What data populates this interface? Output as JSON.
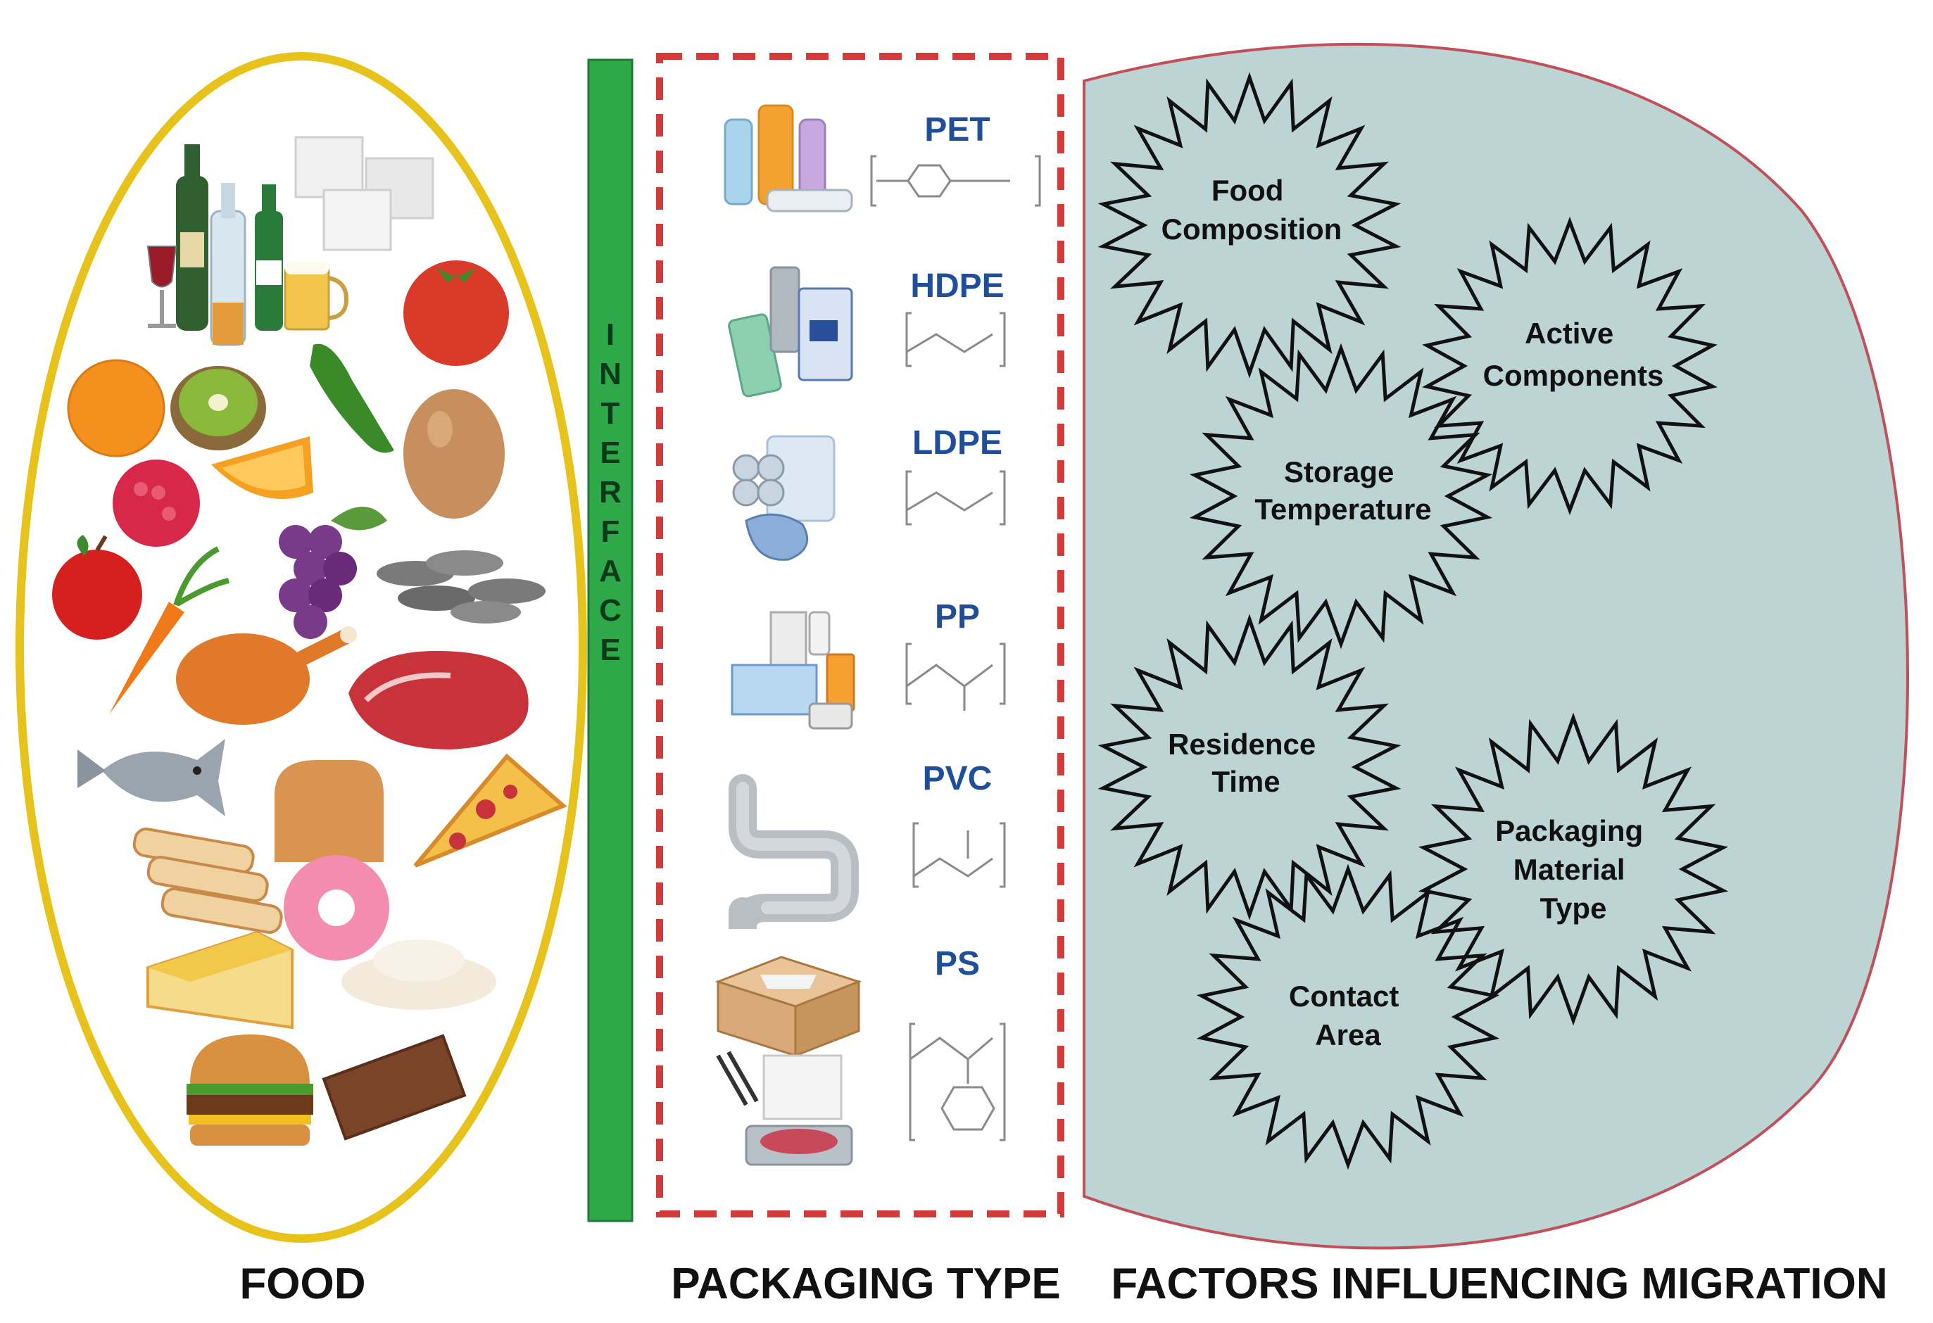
{
  "captions": {
    "food": "FOOD",
    "packaging": "PACKAGING TYPE",
    "factors": "FACTORS INFLUENCING MIGRATION"
  },
  "interface_label": [
    "I",
    "N",
    "T",
    "E",
    "R",
    "F",
    "A",
    "C",
    "E"
  ],
  "packaging_types": [
    {
      "name": "PET",
      "icon": "bottles-icon",
      "structure": "pet-repeat-unit"
    },
    {
      "name": "HDPE",
      "icon": "detergent-bottles-icon",
      "structure": "polyethylene-repeat-unit"
    },
    {
      "name": "LDPE",
      "icon": "plastic-bags-icon",
      "structure": "polyethylene-repeat-unit"
    },
    {
      "name": "PP",
      "icon": "food-containers-icon",
      "structure": "polypropylene-repeat-unit"
    },
    {
      "name": "PVC",
      "icon": "pipe-icon",
      "structure": "pvc-repeat-unit"
    },
    {
      "name": "PS",
      "icon": "foam-box-icon",
      "structure": "polystyrene-repeat-unit"
    }
  ],
  "factors": [
    {
      "lines": [
        "Food",
        "Composition"
      ]
    },
    {
      "lines": [
        "Active",
        "Components"
      ]
    },
    {
      "lines": [
        "Storage",
        "Temperature"
      ]
    },
    {
      "lines": [
        "Residence",
        "Time"
      ]
    },
    {
      "lines": [
        "Packaging",
        "Material",
        "Type"
      ]
    },
    {
      "lines": [
        "Contact",
        "Area"
      ]
    }
  ],
  "food_items": [
    "wine-bottle",
    "beer-bottle",
    "wine-glass",
    "beer-mug",
    "sugar-cubes",
    "tomato",
    "orange",
    "kiwi",
    "cucumber",
    "egg",
    "raspberry",
    "orange-slice",
    "grapes",
    "apple",
    "carrot",
    "seeds",
    "roast-chicken",
    "steak",
    "fish",
    "bread",
    "pizza-slice",
    "donut",
    "cheese",
    "cream",
    "burger",
    "chocolate-bar"
  ],
  "colors": {
    "food_ellipse": "#e6c21a",
    "interface_bar": "#2fa84a",
    "packaging_border": "#d33a3a",
    "factors_fill": "#bdd4d4",
    "factors_border": "#c0505a",
    "packaging_label": "#1f4f9a"
  }
}
